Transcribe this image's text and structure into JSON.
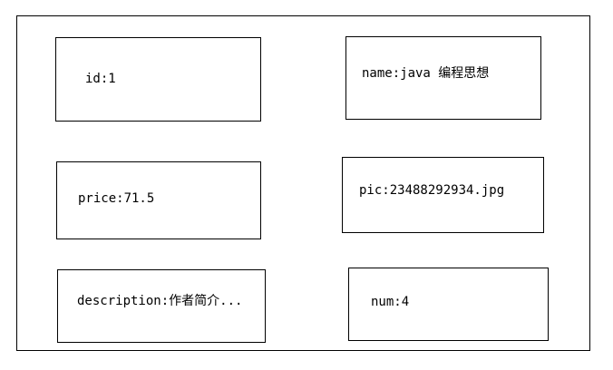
{
  "fields": {
    "id": "id:1",
    "name": "name:java 编程思想",
    "price": "price:71.5",
    "pic": "pic:23488292934.jpg",
    "description": "description:作者简介...",
    "num": "num:4"
  }
}
